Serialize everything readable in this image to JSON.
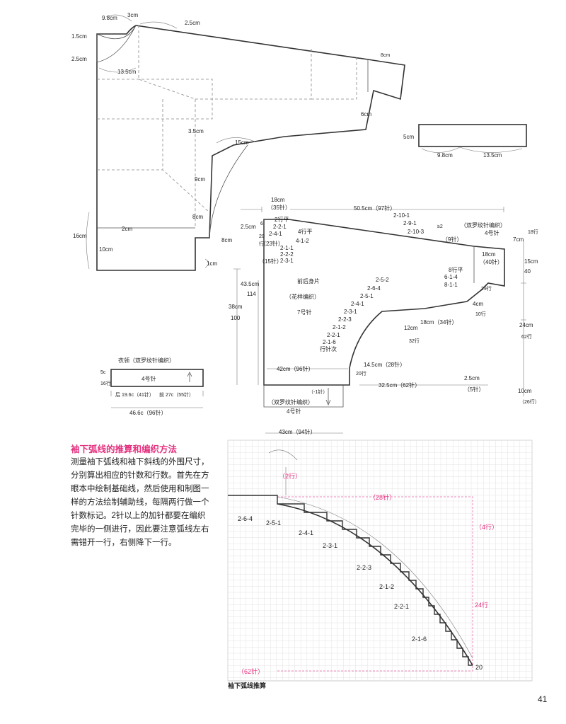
{
  "back_body_labels": {
    "neck_w": "9.8cm",
    "neck_d": "3cm",
    "left_1": "1.5cm",
    "left_2": "2.5cm",
    "shoulder_slope": "2.5cm",
    "neck_curve": "13.5cm",
    "cuff_top": "8cm",
    "sleeve_side": "6cm",
    "arm_drop": "3.5cm",
    "arm_curve": "15cm",
    "arm_9": "9cm",
    "arm_8": "8cm",
    "hem_16": "16cm",
    "hem_2": "2cm",
    "hem_10": "10cm",
    "hem_1": "1cm"
  },
  "collar_piece": {
    "left": "5cm",
    "w1": "9.8cm",
    "w2": "13.5cm"
  },
  "front_body": {
    "title": "前后身片",
    "subtitle": "（花样编织）",
    "needle": "7号针",
    "top_18cm": "18cm",
    "top_35": "（35针）",
    "top_width": "50.5cm（97针）",
    "left_2_5": "2.5cm",
    "left_6": "6",
    "left_8cm": "8cm",
    "left_20": "20",
    "left_row": "行",
    "left_23": "（23针）",
    "left_15": "（15针）",
    "left_43_5": "43.5cm",
    "left_114": "114",
    "left_38": "38cm",
    "left_100": "100",
    "dec_1": "2行平",
    "dec_2": "2-2-1",
    "dec_3": "2-4-1",
    "dec_4": "2-1-1",
    "dec_5": "2-2-2",
    "dec_6": "2-3-1",
    "dec_7": "4行平",
    "dec_8": "4-1-2",
    "slope_1": "2-10-1",
    "slope_2": "2-9-1",
    "slope_3": "2-10-3",
    "slope_4": "≥2",
    "slope_9": "（9针）",
    "cuff_title": "（双罗纹针编织）",
    "cuff_needle": "4号针",
    "cuff_18cm": "18cm",
    "cuff_40": "（40针）",
    "cuff_7cm": "7cm",
    "cuff_18row": "18行",
    "right_8row": "8行平",
    "right_6": "6-1-4",
    "right_8": "8-1-1",
    "right_29": "29行",
    "right_15cm": "15cm",
    "right_40": "40",
    "right_4cm": "4cm",
    "right_10": "10行",
    "right_24cm": "24cm",
    "right_62": "62行",
    "right_10cm": "10cm",
    "right_last": "（26行）",
    "curve_1": "2-5-2",
    "curve_2": "2-6-4",
    "curve_3": "2-5-1",
    "curve_4": "2-4-1",
    "curve_5": "2-3-1",
    "curve_6": "2-2-3",
    "curve_7": "2-1-2",
    "curve_8": "2-2-1",
    "curve_9": "2-1-6",
    "curve_10": "行针次",
    "mid_12": "12cm",
    "mid_32": "32行",
    "mid_18": "18cm（34针）",
    "hem_42": "42cm（96针）",
    "hem_14": "14.5cm（28针）",
    "hem_20": "20行",
    "hem_32": "32.5cm（62针）",
    "hem_2_5": "2.5cm",
    "hem_5": "（5针）",
    "hem_1": "（-1针）",
    "hem_rib": "（双罗纹针编织）",
    "hem_needle": "4号针",
    "hem_43": "43cm（94针）"
  },
  "collar_band": {
    "title": "衣领（双罗纹针编织）",
    "needle": "4号针",
    "left_5": "5c",
    "left_16": "16行",
    "back": "后 19.6c（41针）",
    "front": "前 27c（55针）",
    "total": "46.6c（96针）"
  },
  "explanation": {
    "title": "袖下弧线的推算和编织方法",
    "body": "测量袖下弧线和袖下斜线的外围尺寸，分别算出相应的针数和行数。首先在方眼本中绘制基础线，然后使用和制图一样的方法绘制辅助线，每隔两行做一个针数标记。2针以上的加针都要在编织完毕的一侧进行，因此要注意弧线左右需错开一行，右侧降下一行。"
  },
  "grid_chart": {
    "label_28": "（28针）",
    "label_62": "（62针）",
    "label_4": "（4行）",
    "label_24": "24行",
    "label_top": "（2行）",
    "r1": "2-6-4",
    "r2": "2-5-1",
    "r3": "2-4-1",
    "r4": "2-3-1",
    "r5": "2-2-3",
    "r6": "2-1-2",
    "r7": "2-2-1",
    "r8": "2-1-6",
    "bottom_20": "20",
    "caption": "袖下弧线推算"
  },
  "page_number": "41"
}
